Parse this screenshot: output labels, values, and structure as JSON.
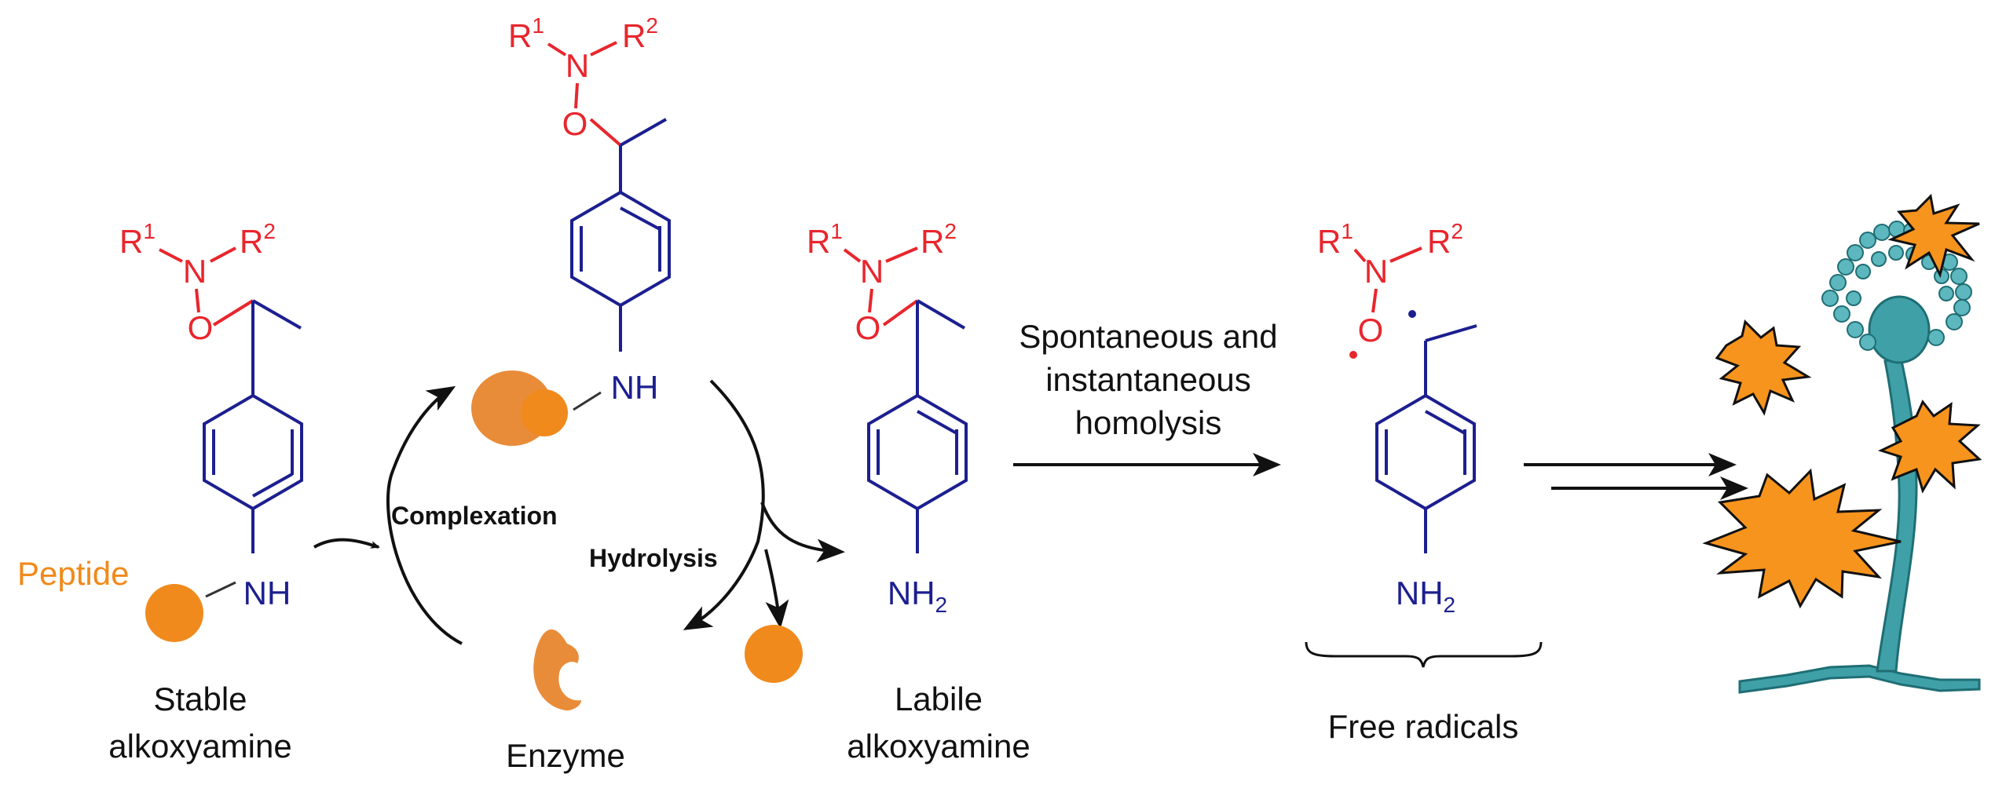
{
  "colors": {
    "substituent_red": "#e8262d",
    "backbone_blue": "#1c1f8f",
    "peptide_orange": "#f08a1c",
    "enzyme_orange": "#e98c3a",
    "fungus_teal": "#3fa0a8",
    "explosion_orange": "#f7941d",
    "arrow_black": "#111111"
  },
  "atoms": {
    "r1": "R",
    "r1_sup": "1",
    "r2": "R",
    "r2_sup": "2",
    "n": "N",
    "o": "O",
    "nh": "NH",
    "nh2": "NH",
    "nh2_sub": "2"
  },
  "labels": {
    "peptide": "Peptide",
    "stable_line1": "Stable",
    "stable_line2": "alkoxyamine",
    "complexation": "Complexation",
    "hydrolysis": "Hydrolysis",
    "enzyme": "Enzyme",
    "labile_line1": "Labile",
    "labile_line2": "alkoxyamine",
    "homolysis_line1": "Spontaneous and",
    "homolysis_line2": "instantaneous",
    "homolysis_line3": "homolysis",
    "free_radicals": "Free radicals"
  },
  "icons": [
    "peptide-ball-icon",
    "enzyme-icon",
    "fungus-icon",
    "explosion-icon"
  ]
}
